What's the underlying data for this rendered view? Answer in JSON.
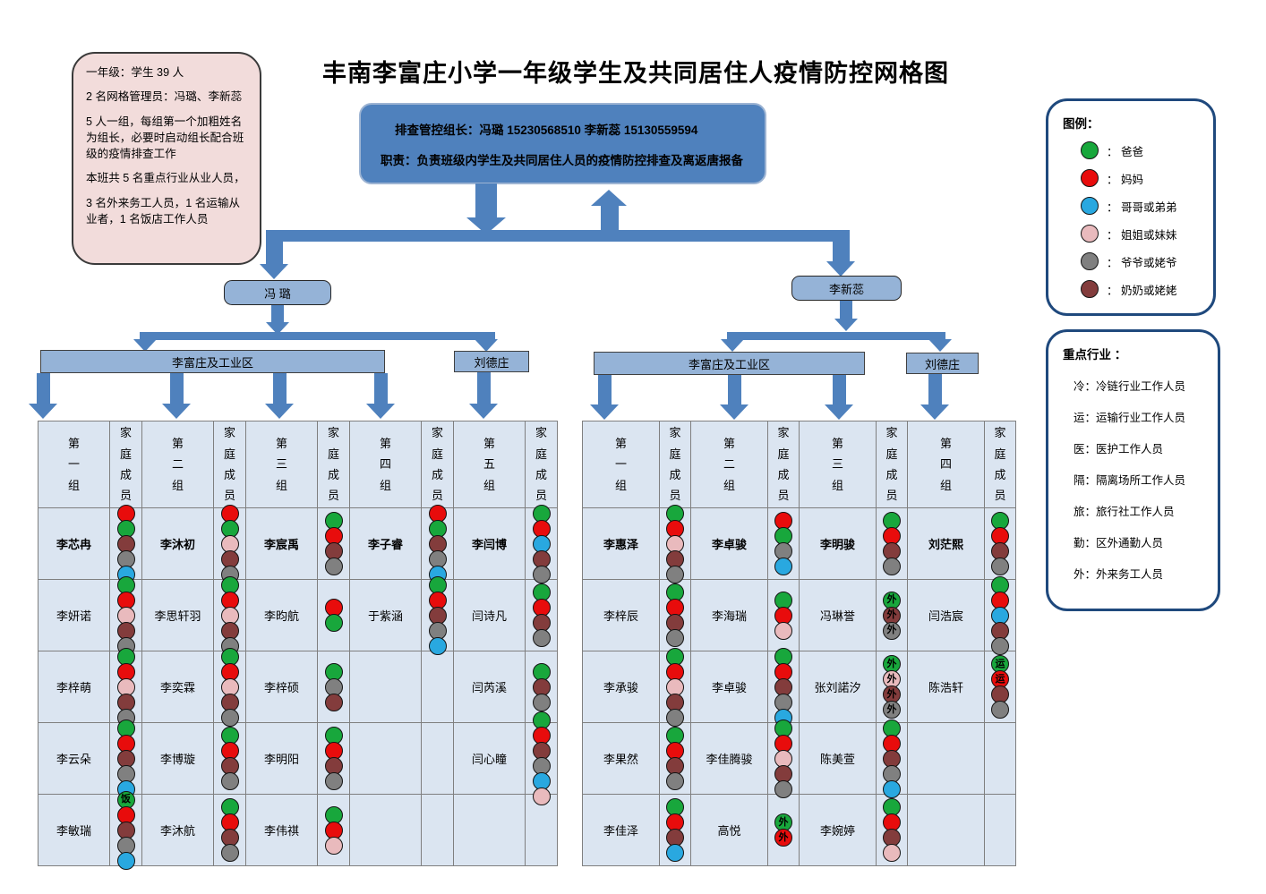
{
  "title": "丰南李富庄小学一年级学生及共同居住人疫情防控网格图",
  "note_box": {
    "lines": [
      "一年级：学生 39 人",
      "2 名网格管理员：冯璐、李新蕊",
      "5 人一组，每组第一个加粗姓名为组长，必要时启动组长配合班级的疫情排查工作",
      "本班共 5 名重点行业从业人员，",
      "3 名外来务工人员，1 名运输从业者，1 名饭店工作人员"
    ]
  },
  "command_box": {
    "line1": "排查管控组长：冯璐  15230568510    李新蕊  15130559594",
    "line2": "职责：负责班级内学生及共同居住人员的疫情防控排查及离返唐报备"
  },
  "legend": {
    "title": "图例：",
    "items": [
      {
        "role": "dad",
        "label": "：  爸爸"
      },
      {
        "role": "mom",
        "label": "：  妈妈"
      },
      {
        "role": "brother",
        "label": "：  哥哥或弟弟"
      },
      {
        "role": "sister",
        "label": "：  姐姐或妹妹"
      },
      {
        "role": "grandpa",
        "label": "：  爷爷或姥爷"
      },
      {
        "role": "grandma",
        "label": "：  奶奶或姥姥"
      }
    ]
  },
  "industries": {
    "title": "重点行业 ：",
    "items": [
      "冷：冷链行业工作人员",
      "运：运输行业工作人员",
      "医：医护工作人员",
      "隔：隔离场所工作人员",
      "旅：旅行社工作人员",
      "勤：区外通勤人员",
      "外：外来务工人员"
    ]
  },
  "colors": {
    "dad": "#18a73c",
    "mom": "#e80c0c",
    "brother": "#29a8e0",
    "sister": "#e9babd",
    "grandpa": "#808080",
    "grandma": "#833c3c",
    "accent": "#4f81bd",
    "node_fill": "#95b3d7",
    "cell_bg": "#dbe5f1",
    "note_bg": "#f2dcdb",
    "outline": "#1f497d"
  },
  "left_branch": {
    "manager": "冯  璐",
    "area_main": "李富庄及工业区",
    "area_side": "刘德庄",
    "table": {
      "family_header": "家庭成员",
      "group_headers": [
        "第一组",
        "第二组",
        "第三组",
        "第四组",
        "第五组"
      ],
      "groups": [
        {
          "students": [
            {
              "n": "李芯冉",
              "b": true,
              "m": [
                [
                  "mom"
                ],
                [
                  "dad"
                ],
                [
                  "grandma"
                ],
                [
                  "grandpa"
                ],
                [
                  "brother"
                ]
              ]
            },
            {
              "n": "李妍诺",
              "b": false,
              "m": [
                [
                  "dad"
                ],
                [
                  "mom"
                ],
                [
                  "sister"
                ],
                [
                  "grandma"
                ],
                [
                  "grandpa"
                ]
              ]
            },
            {
              "n": "李梓萌",
              "b": false,
              "m": [
                [
                  "dad"
                ],
                [
                  "mom"
                ],
                [
                  "sister"
                ],
                [
                  "grandma"
                ],
                [
                  "grandpa"
                ]
              ]
            },
            {
              "n": "李云朵",
              "b": false,
              "m": [
                [
                  "dad"
                ],
                [
                  "mom"
                ],
                [
                  "grandma"
                ],
                [
                  "grandpa"
                ],
                [
                  "brother"
                ]
              ]
            },
            {
              "n": "李敏瑞",
              "b": false,
              "m": [
                [
                  "dad",
                  "饭"
                ],
                [
                  "mom"
                ],
                [
                  "grandma"
                ],
                [
                  "grandpa"
                ],
                [
                  "brother"
                ]
              ]
            }
          ]
        },
        {
          "students": [
            {
              "n": "李沐初",
              "b": true,
              "m": [
                [
                  "mom"
                ],
                [
                  "dad"
                ],
                [
                  "sister"
                ],
                [
                  "grandma"
                ],
                [
                  "grandpa"
                ]
              ]
            },
            {
              "n": "李思轩羽",
              "b": false,
              "m": [
                [
                  "dad"
                ],
                [
                  "mom"
                ],
                [
                  "sister"
                ],
                [
                  "grandma"
                ],
                [
                  "grandpa"
                ]
              ]
            },
            {
              "n": "李奕霖",
              "b": false,
              "m": [
                [
                  "dad"
                ],
                [
                  "mom"
                ],
                [
                  "sister"
                ],
                [
                  "grandma"
                ],
                [
                  "grandpa"
                ]
              ]
            },
            {
              "n": "李博璇",
              "b": false,
              "m": [
                [
                  "dad"
                ],
                [
                  "mom"
                ],
                [
                  "grandma"
                ],
                [
                  "grandpa"
                ]
              ]
            },
            {
              "n": "李沐航",
              "b": false,
              "m": [
                [
                  "dad"
                ],
                [
                  "mom"
                ],
                [
                  "grandma"
                ],
                [
                  "grandpa"
                ]
              ]
            }
          ]
        },
        {
          "students": [
            {
              "n": "李宸禹",
              "b": true,
              "m": [
                [
                  "dad"
                ],
                [
                  "mom"
                ],
                [
                  "grandma"
                ],
                [
                  "grandpa"
                ]
              ]
            },
            {
              "n": "李昀航",
              "b": false,
              "m": [
                [
                  "mom"
                ],
                [
                  "dad"
                ]
              ]
            },
            {
              "n": "李梓硕",
              "b": false,
              "m": [
                [
                  "dad"
                ],
                [
                  "grandpa"
                ],
                [
                  "grandma"
                ]
              ]
            },
            {
              "n": "李明阳",
              "b": false,
              "m": [
                [
                  "dad"
                ],
                [
                  "mom"
                ],
                [
                  "grandma"
                ],
                [
                  "grandpa"
                ]
              ]
            },
            {
              "n": "李伟祺",
              "b": false,
              "m": [
                [
                  "dad"
                ],
                [
                  "mom"
                ],
                [
                  "sister"
                ]
              ]
            }
          ]
        },
        {
          "students": [
            {
              "n": "李子睿",
              "b": true,
              "m": [
                [
                  "mom"
                ],
                [
                  "dad"
                ],
                [
                  "grandma"
                ],
                [
                  "grandpa"
                ],
                [
                  "brother"
                ]
              ]
            },
            {
              "n": "于紫涵",
              "b": false,
              "m": [
                [
                  "dad"
                ],
                [
                  "mom"
                ],
                [
                  "grandma"
                ],
                [
                  "grandpa"
                ],
                [
                  "brother"
                ]
              ]
            },
            null,
            null,
            null
          ]
        },
        {
          "students": [
            {
              "n": "李闫博",
              "b": true,
              "m": [
                [
                  "dad"
                ],
                [
                  "mom"
                ],
                [
                  "brother"
                ],
                [
                  "grandma"
                ],
                [
                  "grandpa"
                ]
              ]
            },
            {
              "n": "闫诗凡",
              "b": false,
              "m": [
                [
                  "dad"
                ],
                [
                  "mom"
                ],
                [
                  "grandma"
                ],
                [
                  "grandpa"
                ]
              ]
            },
            {
              "n": "闫芮溪",
              "b": false,
              "m": [
                [
                  "dad"
                ],
                [
                  "grandma"
                ],
                [
                  "grandpa"
                ]
              ]
            },
            {
              "n": "闫心瞳",
              "b": false,
              "m": [
                [
                  "dad"
                ],
                [
                  "mom"
                ],
                [
                  "grandma"
                ],
                [
                  "grandpa"
                ],
                [
                  "brother"
                ],
                [
                  "sister"
                ]
              ]
            },
            null
          ]
        }
      ]
    }
  },
  "right_branch": {
    "manager": "李新蕊",
    "area_main": "李富庄及工业区",
    "area_side": "刘德庄",
    "table": {
      "family_header": "家庭成员",
      "group_headers": [
        "第一组",
        "第二组",
        "第三组",
        "第四组"
      ],
      "groups": [
        {
          "students": [
            {
              "n": "李惠泽",
              "b": true,
              "m": [
                [
                  "dad"
                ],
                [
                  "mom"
                ],
                [
                  "sister"
                ],
                [
                  "grandma"
                ],
                [
                  "grandpa"
                ]
              ]
            },
            {
              "n": "李梓辰",
              "b": false,
              "m": [
                [
                  "dad"
                ],
                [
                  "mom"
                ],
                [
                  "grandma"
                ],
                [
                  "grandpa"
                ]
              ]
            },
            {
              "n": "李承骏",
              "b": false,
              "m": [
                [
                  "dad"
                ],
                [
                  "mom"
                ],
                [
                  "sister"
                ],
                [
                  "grandma"
                ],
                [
                  "grandpa"
                ]
              ]
            },
            {
              "n": "李果然",
              "b": false,
              "m": [
                [
                  "dad"
                ],
                [
                  "mom"
                ],
                [
                  "grandma"
                ],
                [
                  "grandpa"
                ]
              ]
            },
            {
              "n": "李佳泽",
              "b": false,
              "m": [
                [
                  "dad"
                ],
                [
                  "mom"
                ],
                [
                  "grandma"
                ],
                [
                  "brother"
                ]
              ]
            }
          ]
        },
        {
          "students": [
            {
              "n": "李卓骏",
              "b": true,
              "m": [
                [
                  "mom"
                ],
                [
                  "dad"
                ],
                [
                  "grandpa"
                ],
                [
                  "brother"
                ]
              ]
            },
            {
              "n": "李海瑞",
              "b": false,
              "m": [
                [
                  "dad"
                ],
                [
                  "mom"
                ],
                [
                  "sister"
                ]
              ]
            },
            {
              "n": "李卓骏",
              "b": false,
              "m": [
                [
                  "dad"
                ],
                [
                  "mom"
                ],
                [
                  "grandma"
                ],
                [
                  "grandpa"
                ],
                [
                  "brother"
                ]
              ]
            },
            {
              "n": "李佳腾骏",
              "b": false,
              "m": [
                [
                  "dad"
                ],
                [
                  "mom"
                ],
                [
                  "sister"
                ],
                [
                  "grandma"
                ],
                [
                  "grandpa"
                ]
              ]
            },
            {
              "n": "高悦",
              "b": false,
              "m": [
                [
                  "dad",
                  "外"
                ],
                [
                  "mom",
                  "外"
                ]
              ]
            }
          ]
        },
        {
          "students": [
            {
              "n": "李明骏",
              "b": true,
              "m": [
                [
                  "dad"
                ],
                [
                  "mom"
                ],
                [
                  "grandma"
                ],
                [
                  "grandpa"
                ]
              ]
            },
            {
              "n": "冯琳誉",
              "b": false,
              "m": [
                [
                  "dad",
                  "外"
                ],
                [
                  "grandma",
                  "外"
                ],
                [
                  "grandpa",
                  "外"
                ]
              ]
            },
            {
              "n": "张刘諾汐",
              "b": false,
              "m": [
                [
                  "dad",
                  "外"
                ],
                [
                  "sister",
                  "外"
                ],
                [
                  "grandma",
                  "外"
                ],
                [
                  "grandpa",
                  "外"
                ]
              ]
            },
            {
              "n": "陈美萱",
              "b": false,
              "m": [
                [
                  "dad"
                ],
                [
                  "mom"
                ],
                [
                  "grandma"
                ],
                [
                  "grandpa"
                ],
                [
                  "brother"
                ]
              ]
            },
            {
              "n": "李婉婷",
              "b": false,
              "m": [
                [
                  "dad"
                ],
                [
                  "mom"
                ],
                [
                  "grandma"
                ],
                [
                  "sister"
                ]
              ]
            }
          ]
        },
        {
          "students": [
            {
              "n": "刘茫熙",
              "b": true,
              "m": [
                [
                  "dad"
                ],
                [
                  "mom"
                ],
                [
                  "grandma"
                ],
                [
                  "grandpa"
                ]
              ]
            },
            {
              "n": "闫浩宸",
              "b": false,
              "m": [
                [
                  "dad"
                ],
                [
                  "mom"
                ],
                [
                  "brother"
                ],
                [
                  "grandma"
                ],
                [
                  "grandpa"
                ]
              ]
            },
            {
              "n": "陈浩轩",
              "b": false,
              "m": [
                [
                  "dad",
                  "运"
                ],
                [
                  "mom",
                  "运"
                ],
                [
                  "grandma"
                ],
                [
                  "grandpa"
                ]
              ]
            },
            null,
            null
          ]
        }
      ]
    }
  }
}
